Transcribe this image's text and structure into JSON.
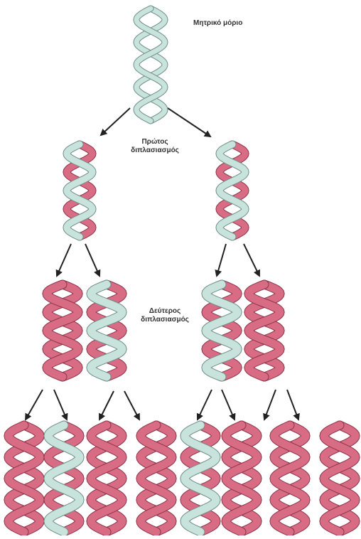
{
  "labels": {
    "parent_molecule": "Μητρικό μόριο",
    "first_replication": [
      "Πρώτος",
      "διπλασιασμός"
    ],
    "second_replication": [
      "Δεύτερος",
      "διπλασιασμός"
    ]
  },
  "colors": {
    "old_strand": "#d86c84",
    "old_strand_edge": "#8e3549",
    "new_strand": "#c7e3dc",
    "new_strand_edge": "#6f8e88",
    "arrow": "#222222"
  },
  "generations": [
    {
      "name": "parent",
      "molecules": [
        {
          "strands": [
            "new",
            "new"
          ]
        }
      ]
    },
    {
      "name": "first",
      "molecules": [
        {
          "strands": [
            "old",
            "new"
          ]
        },
        {
          "strands": [
            "old",
            "new"
          ]
        }
      ]
    },
    {
      "name": "second",
      "molecules": [
        {
          "strands": [
            "old",
            "old"
          ]
        },
        {
          "strands": [
            "old",
            "new"
          ]
        },
        {
          "strands": [
            "old",
            "new"
          ]
        },
        {
          "strands": [
            "old",
            "old"
          ]
        }
      ]
    },
    {
      "name": "third",
      "molecules": [
        {
          "strands": [
            "old",
            "old"
          ]
        },
        {
          "strands": [
            "old",
            "new"
          ]
        },
        {
          "strands": [
            "old",
            "old"
          ]
        },
        {
          "strands": [
            "old",
            "old"
          ]
        },
        {
          "strands": [
            "old",
            "new"
          ]
        },
        {
          "strands": [
            "old",
            "old"
          ]
        },
        {
          "strands": [
            "old",
            "old"
          ]
        },
        {
          "strands": [
            "old",
            "old"
          ]
        }
      ]
    }
  ]
}
